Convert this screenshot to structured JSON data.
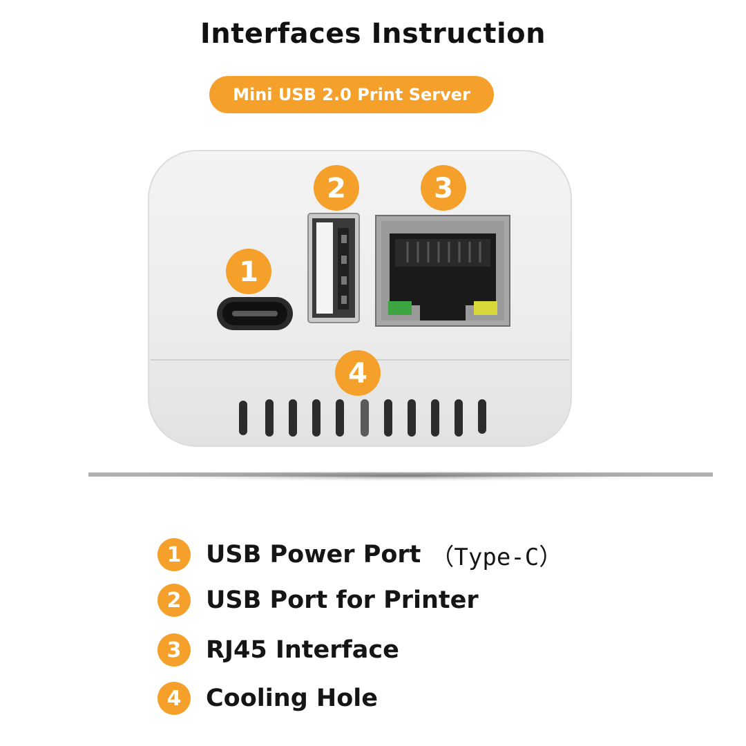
{
  "title": "Interfaces Instruction",
  "subtitle": "Mini USB 2.0 Print Server",
  "accent_color": "#F5A02A",
  "badges": [
    "1",
    "2",
    "3",
    "4"
  ],
  "legend": [
    {
      "number": "1",
      "label": "USB Power Port",
      "suffix": "（Type-C）"
    },
    {
      "number": "2",
      "label": "USB Port for Printer",
      "suffix": ""
    },
    {
      "number": "3",
      "label": "RJ45 Interface",
      "suffix": ""
    },
    {
      "number": "4",
      "label": "Cooling Hole",
      "suffix": ""
    }
  ]
}
